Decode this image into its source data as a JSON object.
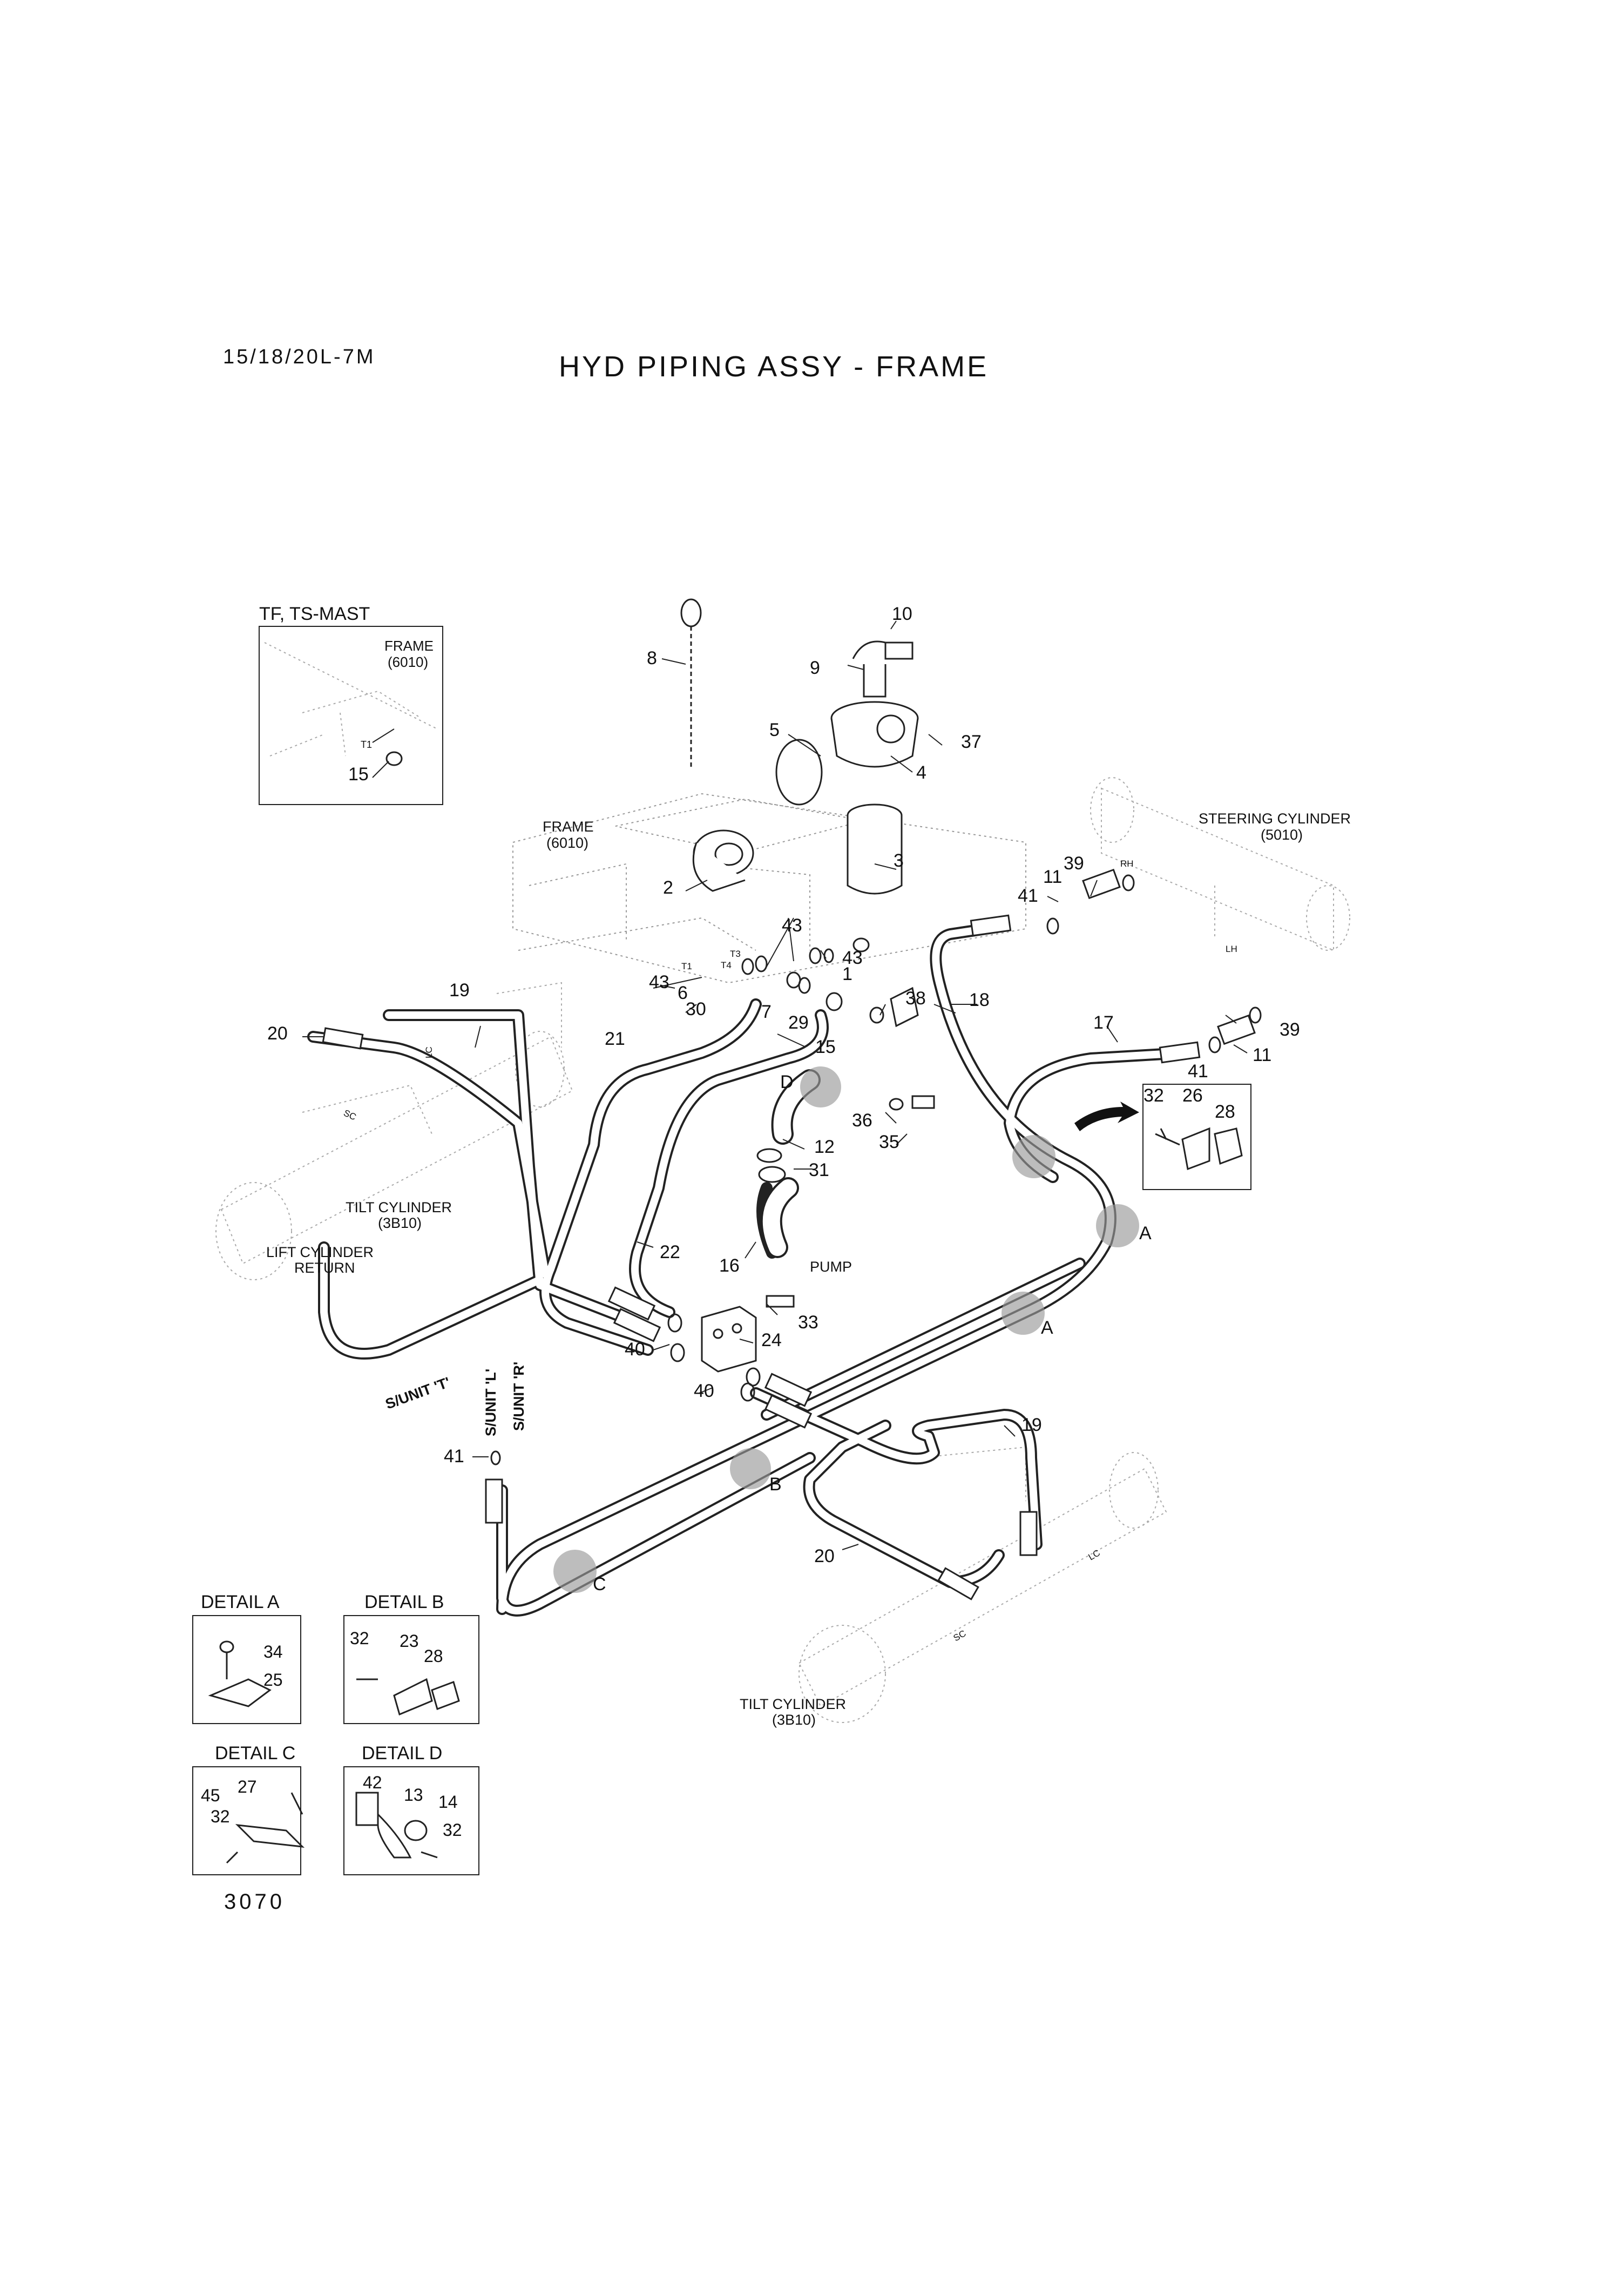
{
  "header": {
    "model": "15/18/20L-7M",
    "title": "HYD PIPING ASSY - FRAME"
  },
  "footer": {
    "page": "3070"
  },
  "inset_tf": {
    "title": "TF, TS-MAST",
    "frame_label": [
      "FRAME",
      "(6010)"
    ],
    "tag_t1": "T1",
    "part_15": "15"
  },
  "components": {
    "frame": [
      "FRAME",
      "(6010)"
    ],
    "steering_cylinder": [
      "STEERING CYLINDER",
      "(5010)"
    ],
    "tilt_cylinder_left": [
      "TILT CYLINDER",
      "(3B10)"
    ],
    "tilt_cylinder_bottom": [
      "TILT CYLINDER",
      "(3B10)"
    ],
    "lift_cylinder_return": [
      "LIFT CYLINDER",
      "RETURN"
    ],
    "pump": "PUMP"
  },
  "port_labels": [
    "S/UNIT 'T'",
    "S/UNIT 'L'",
    "S/UNIT 'R'"
  ],
  "small_tags": {
    "t1": "T1",
    "t3": "T3",
    "t4": "T4",
    "rh": "RH",
    "lh": "LH",
    "lc": "LC",
    "sc": "SC"
  },
  "callouts": {
    "c10": "10",
    "c9": "9",
    "c8": "8",
    "c5": "5",
    "c37": "37",
    "c4": "4",
    "c3": "3",
    "c2": "2",
    "c43a": "43",
    "c43b": "43",
    "c43c": "43",
    "c1": "1",
    "c6": "6",
    "c30": "30",
    "c7": "7",
    "c29": "29",
    "c38": "38",
    "c15": "15",
    "c19a": "19",
    "c20a": "20",
    "c21": "21",
    "c18": "18",
    "c39a": "39",
    "c11a": "11",
    "c41a": "41",
    "c17": "17",
    "c11b": "11",
    "c39b": "39",
    "c41b": "41",
    "c36": "36",
    "c35": "35",
    "c12": "12",
    "c31": "31",
    "c22": "22",
    "c16": "16",
    "c33": "33",
    "c24": "24",
    "c40a": "40",
    "c40b": "40",
    "c41c": "41",
    "c19b": "19",
    "c20b": "20",
    "c32": "32",
    "c26": "26",
    "c28": "28"
  },
  "detail_markers": {
    "a1": "A",
    "a2": "A",
    "b": "B",
    "c": "C",
    "d": "D"
  },
  "details": {
    "A": {
      "title": "DETAIL A",
      "parts": [
        "34",
        "25"
      ]
    },
    "B": {
      "title": "DETAIL B",
      "parts": [
        "32",
        "23",
        "28"
      ]
    },
    "C": {
      "title": "DETAIL C",
      "parts": [
        "27",
        "45",
        "32"
      ]
    },
    "D": {
      "title": "DETAIL D",
      "parts": [
        "42",
        "13",
        "14",
        "32"
      ]
    }
  }
}
